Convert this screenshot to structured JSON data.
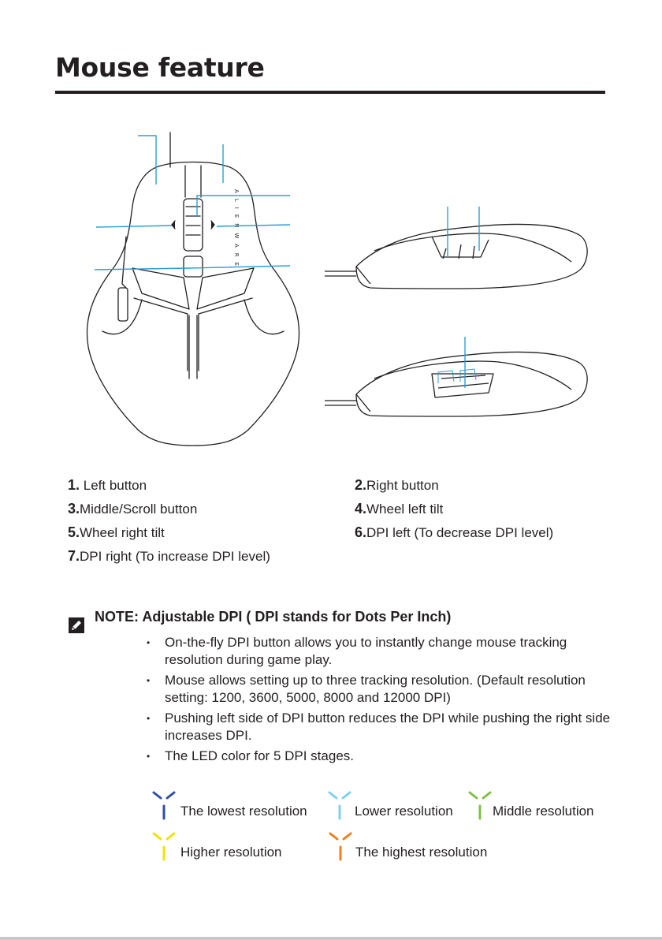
{
  "page": {
    "title": "Mouse feature"
  },
  "figure": {
    "brand_text": "ALIENWARE"
  },
  "features": [
    {
      "num": "1.",
      "label": "Left button"
    },
    {
      "num": "2.",
      "label": "Right button"
    },
    {
      "num": "3.",
      "label": "Middle/Scroll button"
    },
    {
      "num": "4.",
      "label": "Wheel left tilt"
    },
    {
      "num": "5.",
      "label": "Wheel right tilt"
    },
    {
      "num": "6.",
      "label": "DPI left (To decrease DPI level)"
    },
    {
      "num": "7.",
      "label": "DPI right (To increase DPI level)"
    }
  ],
  "note": {
    "icon": "pencil-note-icon",
    "title": "NOTE: Adjustable DPI ( DPI stands for Dots Per Inch)",
    "bullets": [
      "On-the-fly DPI button allows you to instantly change mouse tracking resolution during game play.",
      "Mouse allows setting up to three tracking resolution. (Default resolution setting: 1200, 3600, 5000, 8000 and 12000 DPI)",
      "Pushing left side of DPI button reduces the DPI while pushing the right side increases DPI.",
      "The LED color for 5 DPI stages."
    ]
  },
  "led_stages": [
    {
      "label": "The lowest resolution",
      "color": "#2e4fa3"
    },
    {
      "label": "Lower resolution",
      "color": "#7fd0ea"
    },
    {
      "label": "Middle resolution",
      "color": "#7dc242"
    },
    {
      "label": "Higher resolution",
      "color": "#f2e300"
    },
    {
      "label": "The highest resolution",
      "color": "#f07f1e"
    }
  ],
  "colors": {
    "callout": "#2a9fd8",
    "text": "#231f20"
  }
}
